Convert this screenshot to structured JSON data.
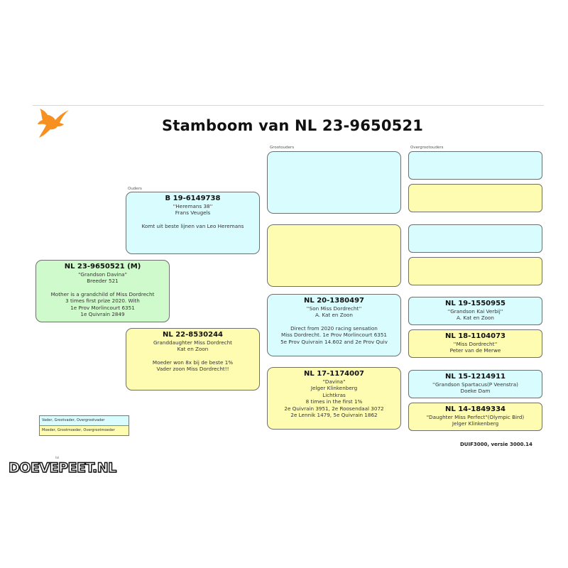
{
  "header": {
    "title": "Stamboom van NL 23-9650521",
    "logo_icon": "orange-dove-icon"
  },
  "labels": {
    "ouders": "Ouders",
    "grootouders": "Grootouders",
    "overgrootouders": "Overgrootouders"
  },
  "subject": {
    "ring": "NL 23-9650521 (M)",
    "lines": [
      "\"Grandson Davina\"",
      "Breeder 521"
    ],
    "notes": [
      "Mother is a grandchild of Miss Dordrecht",
      "3 times first prize 2020. With",
      "1e Prov Morlincourt 6351",
      "1e Quivrain 2849"
    ]
  },
  "parents": {
    "father": {
      "ring": "B 19-6149738",
      "lines": [
        "''Heremans 38''",
        "Frans Veugels"
      ],
      "notes": [
        "Komt uit  beste lijnen van Leo Heremans"
      ]
    },
    "mother": {
      "ring": "NL 22-8530244",
      "lines": [
        "Granddaughter Miss Dordrecht",
        "Kat en Zoon"
      ],
      "notes": [
        "Moeder won 8x bij de beste 1%",
        "Vader zoon Miss Dordrecht!!"
      ]
    }
  },
  "grandparents": {
    "ff": {
      "ring": "",
      "lines": [],
      "notes": []
    },
    "fm": {
      "ring": "",
      "lines": [],
      "notes": []
    },
    "mf": {
      "ring": "NL 20-1380497",
      "lines": [
        "''Son Miss Dordrecht''",
        "A. Kat en Zoon"
      ],
      "notes": [
        "Direct from 2020 racing sensation",
        "Miss Dordrecht. 1e Prov Morlincourt 6351",
        "5e Prov Quivrain 14.602 and 2e Prov Quiv"
      ]
    },
    "mm": {
      "ring": "NL 17-1174007",
      "lines": [
        "\"Davina\"",
        "Jelger Klinkenberg",
        "Lichtkras",
        "8 times in the first 1%",
        "2e Quivrain 3951, 2e Roosendaal 3072",
        "2e Lennik 1479, 5e Quivrain 1862"
      ],
      "notes": []
    }
  },
  "great_grandparents": [
    {
      "ring": "",
      "lines": []
    },
    {
      "ring": "",
      "lines": []
    },
    {
      "ring": "",
      "lines": []
    },
    {
      "ring": "",
      "lines": []
    },
    {
      "ring": "NL 19-1550955",
      "lines": [
        "''Grandson Kai Verbij''",
        "A. Kat en Zoon"
      ]
    },
    {
      "ring": "NL 18-1104073",
      "lines": [
        "''Miss Dordrecht''",
        "Peter van de Merwe"
      ]
    },
    {
      "ring": "NL 15-1214911",
      "lines": [
        "''Grandson Spartacus(P Veenstra)",
        "Doeke Dam"
      ]
    },
    {
      "ring": "NL 14-1849334",
      "lines": [
        "\"Daughter Miss Perfect\"(Olympic Bird)",
        "Jelger Klinkenberg"
      ]
    }
  ],
  "legend": {
    "male": "Vader, Grootvader, Overgrootvader",
    "female": "Moeder, Grootmoeder, Overgrootmoeder"
  },
  "footer": {
    "version": "DUIF3000, versie 3000.14",
    "watermark": "DOEVEPEET.NL",
    "watermark_small": "tol"
  },
  "colors": {
    "male": "#d9fcfe",
    "female": "#fefcb0",
    "subject": "#cffacb",
    "logo": "#f7901e"
  }
}
